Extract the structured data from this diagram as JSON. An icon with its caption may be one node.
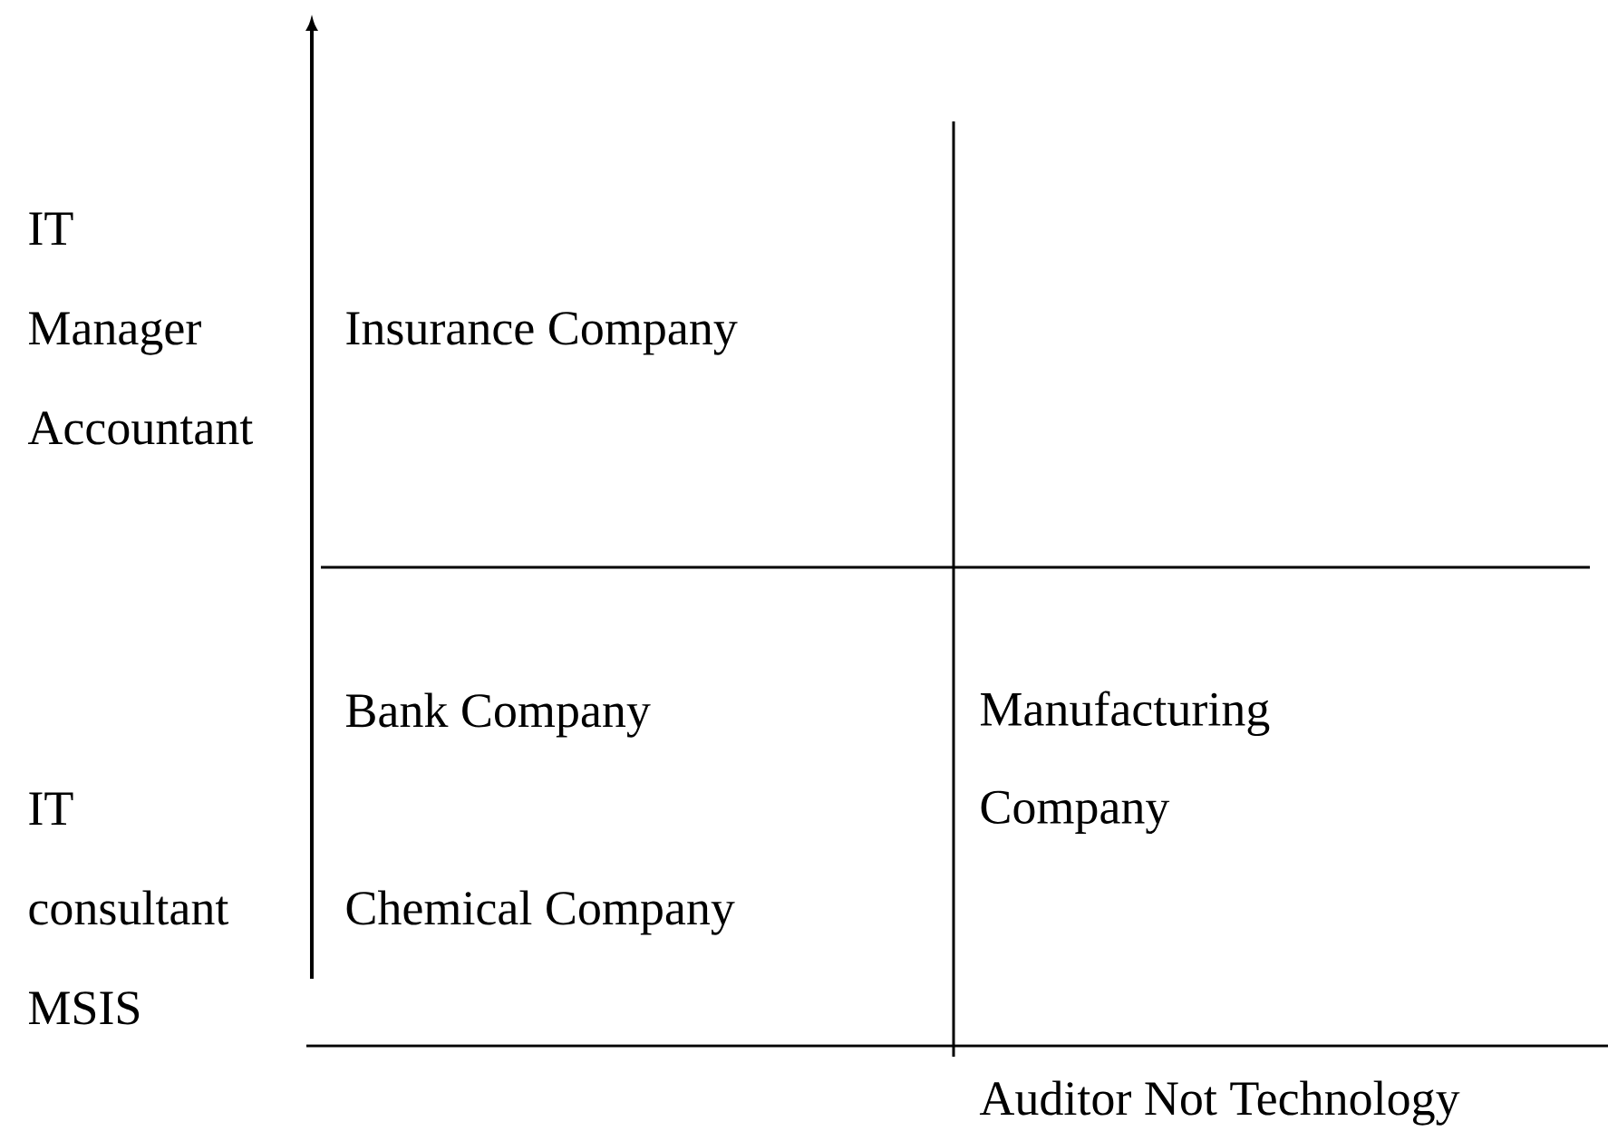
{
  "diagram": {
    "labels": [
      "IT",
      "Manager",
      "Insurance Company",
      "Accountant",
      "Bank Company",
      "Manufacturing Company",
      "IT",
      "consultant",
      "Chemical Company",
      "MSIS",
      "Auditor Not Technology"
    ]
  }
}
